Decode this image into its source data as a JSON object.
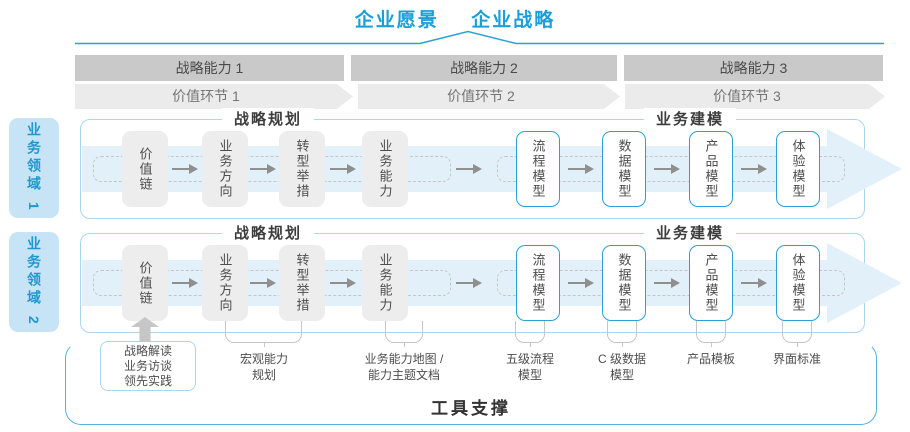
{
  "colors": {
    "accent_blue": "#1b9fd9",
    "bar_gray": "#c9c9c9",
    "chevron_gray": "#ebebeb",
    "domain_fill_blue": "#c6e4f5",
    "band_blue": "#e2f0fa",
    "box_gray": "#ededed",
    "blue_box_border": "#2d9fd6"
  },
  "header": {
    "vision": "企业愿景",
    "strategy": "企业战略"
  },
  "capabilities": {
    "items": [
      "战略能力 1",
      "战略能力 2",
      "战略能力 3"
    ]
  },
  "value_links": {
    "items": [
      "价值环节 1",
      "价值环节 2",
      "价值环节 3"
    ]
  },
  "domains": {
    "d1": "业务领域 1",
    "d2": "业务领域 2"
  },
  "row": {
    "header_left": "战略规划",
    "header_right": "业务建模",
    "boxes_left": [
      "价值链",
      "业务方向",
      "转型举措",
      "业务能力"
    ],
    "boxes_right": [
      "流程模型",
      "数据模型",
      "产品模型",
      "体验模型"
    ]
  },
  "annotations": {
    "practice_box": "战略解读\n业务访谈\n领先实践",
    "notes": [
      "宏观能力\n规划",
      "业务能力地图 /\n能力主题文档",
      "五级流程\n模型",
      "C 级数据\n模型",
      "产品模板",
      "界面标准"
    ]
  },
  "footer": {
    "tool_support": "工具支撑"
  }
}
